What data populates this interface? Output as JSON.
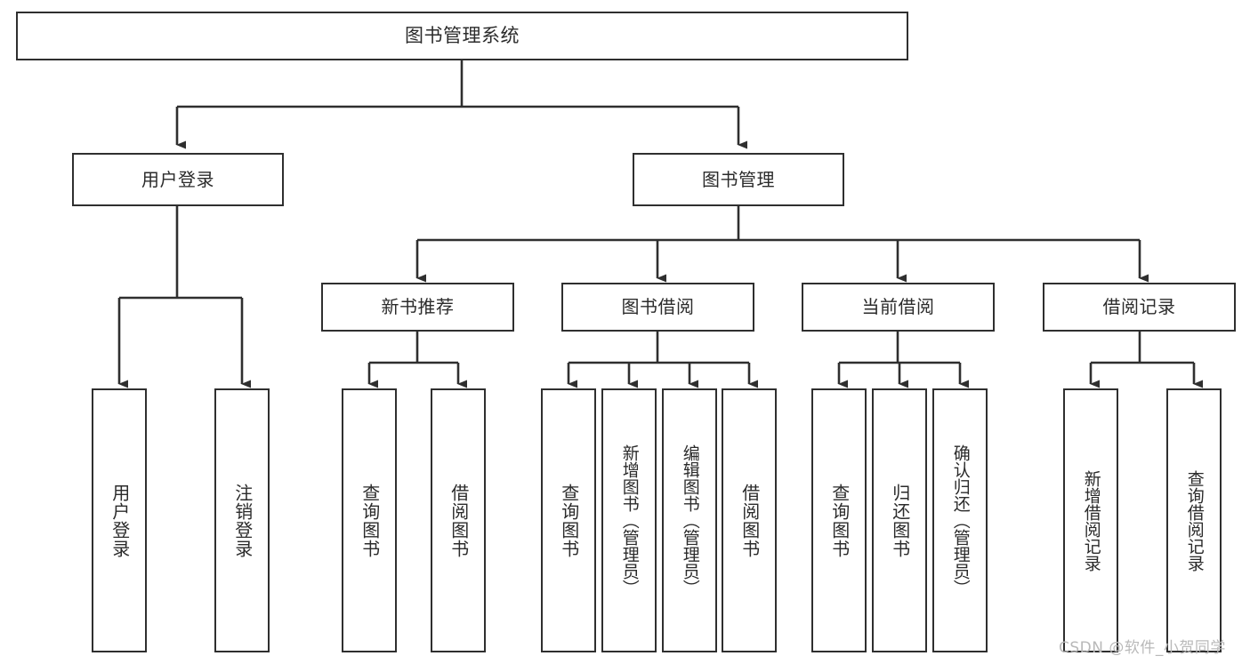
{
  "diagram": {
    "title": "图书管理系统",
    "type": "tree-hierarchy-chart",
    "root": {
      "id": "root",
      "label": "图书管理系统"
    },
    "level2": [
      {
        "id": "user-login",
        "label": "用户登录"
      },
      {
        "id": "book-manage",
        "label": "图书管理"
      }
    ],
    "level3": [
      {
        "id": "new-book-recommend",
        "label": "新书推荐"
      },
      {
        "id": "book-borrow",
        "label": "图书借阅"
      },
      {
        "id": "current-borrow",
        "label": "当前借阅"
      },
      {
        "id": "borrow-record",
        "label": "借阅记录"
      }
    ],
    "leaves": {
      "user_login": [
        {
          "id": "leaf-user-login",
          "label": "用户登录"
        },
        {
          "id": "leaf-logout-login",
          "label": "注销登录"
        }
      ],
      "new_book_recommend": [
        {
          "id": "leaf-query-book-1",
          "label": "查询图书"
        },
        {
          "id": "leaf-borrow-book-1",
          "label": "借阅图书"
        }
      ],
      "book_borrow": [
        {
          "id": "leaf-query-book-2",
          "label": "查询图书"
        },
        {
          "id": "leaf-add-book",
          "label": "新增图书（管理员）"
        },
        {
          "id": "leaf-edit-book",
          "label": "编辑图书（管理员）"
        },
        {
          "id": "leaf-borrow-book-2",
          "label": "借阅图书"
        }
      ],
      "current_borrow": [
        {
          "id": "leaf-query-book-3",
          "label": "查询图书"
        },
        {
          "id": "leaf-return-book",
          "label": "归还图书"
        },
        {
          "id": "leaf-confirm-return",
          "label": "确认归还（管理员）"
        }
      ],
      "borrow_record": [
        {
          "id": "leaf-add-record",
          "label": "新增借阅记录"
        },
        {
          "id": "leaf-query-record",
          "label": "查询借阅记录"
        }
      ]
    }
  },
  "watermark": {
    "text": "CSDN @软件_小贺同学"
  },
  "colors": {
    "background": "#ffffff",
    "box_border": "#2f2f2f",
    "box_fill": "#ffffff",
    "edge": "#2f2f2f",
    "text": "#2b2b2b",
    "watermark": "#b9b9b9"
  }
}
